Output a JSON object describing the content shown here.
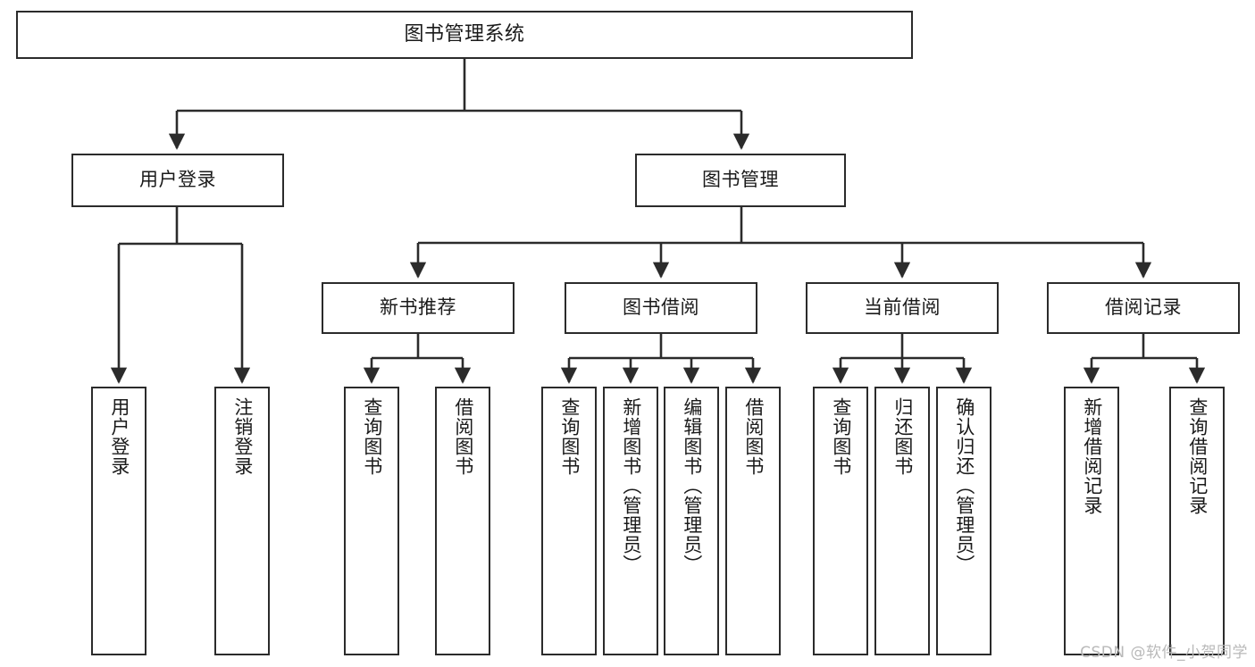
{
  "diagram": {
    "title": "图书管理系统",
    "type": "tree-hierarchy-chart",
    "watermark": "CSDN @软件_小贺同学",
    "colors": {
      "box_border": "#2b2b2b",
      "box_fill": "#ffffff",
      "connector": "#2b2b2b",
      "text": "#1a1a1a",
      "watermark": "#b9b9b9"
    },
    "root": {
      "label": "图书管理系统"
    },
    "level2": [
      {
        "label": "用户登录"
      },
      {
        "label": "图书管理"
      }
    ],
    "level3": [
      {
        "label": "新书推荐"
      },
      {
        "label": "图书借阅"
      },
      {
        "label": "当前借阅"
      },
      {
        "label": "借阅记录"
      }
    ],
    "leaves": {
      "user_login": [
        {
          "label": "用户登录"
        },
        {
          "label": "注销登录"
        }
      ],
      "new_book_recommend": [
        {
          "label": "查询图书"
        },
        {
          "label": "借阅图书"
        }
      ],
      "book_borrow": [
        {
          "label": "查询图书"
        },
        {
          "label": "新增图书（管理员）"
        },
        {
          "label": "编辑图书（管理员）"
        },
        {
          "label": "借阅图书"
        }
      ],
      "current_borrow": [
        {
          "label": "查询图书"
        },
        {
          "label": "归还图书"
        },
        {
          "label": "确认归还（管理员）"
        }
      ],
      "borrow_record": [
        {
          "label": "新增借阅记录"
        },
        {
          "label": "查询借阅记录"
        }
      ]
    }
  }
}
